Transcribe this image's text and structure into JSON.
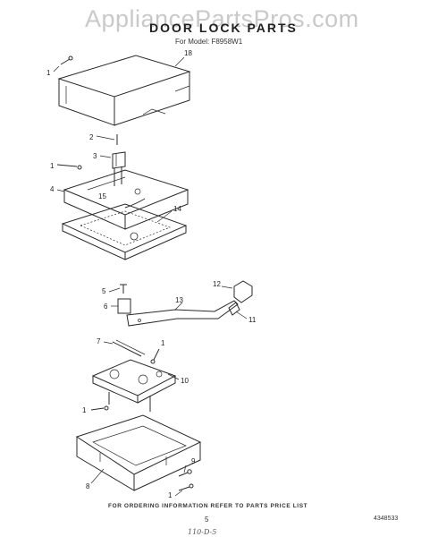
{
  "watermark": "AppliancePartsPros.com",
  "title": "DOOR LOCK PARTS",
  "model": "For Model: F8958W1",
  "footer": "FOR ORDERING INFORMATION REFER TO PARTS PRICE LIST",
  "page_number": "5",
  "part_number": "4348533",
  "handwriting": "110-D-5",
  "callouts": [
    {
      "id": "c-1a",
      "text": "1"
    },
    {
      "id": "c-18",
      "text": "18"
    },
    {
      "id": "c-2",
      "text": "2"
    },
    {
      "id": "c-3",
      "text": "3"
    },
    {
      "id": "c-1b",
      "text": "1"
    },
    {
      "id": "c-15",
      "text": "15"
    },
    {
      "id": "c-4",
      "text": "4"
    },
    {
      "id": "c-14",
      "text": "14"
    },
    {
      "id": "c-5",
      "text": "5"
    },
    {
      "id": "c-12",
      "text": "12"
    },
    {
      "id": "c-13",
      "text": "13"
    },
    {
      "id": "c-6",
      "text": "6"
    },
    {
      "id": "c-11",
      "text": "11"
    },
    {
      "id": "c-7",
      "text": "7"
    },
    {
      "id": "c-1c",
      "text": "1"
    },
    {
      "id": "c-10",
      "text": "10"
    },
    {
      "id": "c-1d",
      "text": "1"
    },
    {
      "id": "c-9",
      "text": "9"
    },
    {
      "id": "c-8",
      "text": "8"
    },
    {
      "id": "c-1e",
      "text": "1"
    }
  ]
}
